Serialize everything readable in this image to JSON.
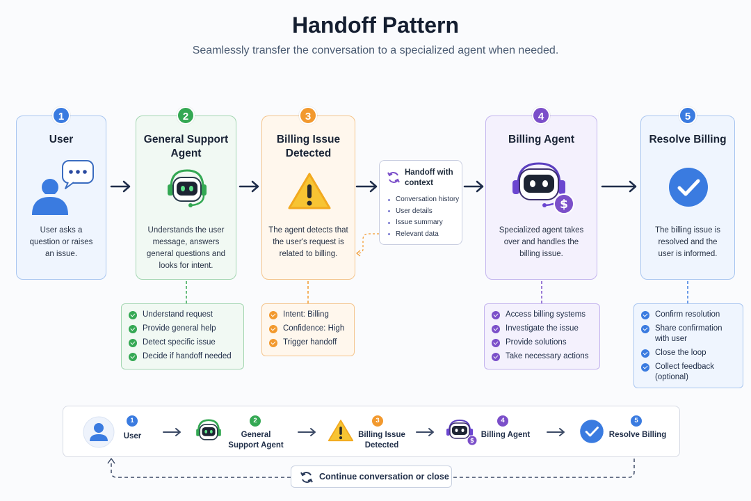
{
  "title": "Handoff Pattern",
  "subtitle": "Seamlessly transfer the conversation to a specialized agent when needed.",
  "colors": {
    "blue": "#3a7be0",
    "green": "#34a853",
    "orange": "#f2992e",
    "purple": "#7b4fc9"
  },
  "steps": [
    {
      "number": "1",
      "title": "User",
      "description": "User asks a question or raises an issue.",
      "icon": "user-icon"
    },
    {
      "number": "2",
      "title": "General Support Agent",
      "description": "Understands the user message, answers general questions and looks for intent.",
      "icon": "robot-headset-icon"
    },
    {
      "number": "3",
      "title": "Billing Issue Detected",
      "description": "The agent detects that the user's request is related to billing.",
      "icon": "warning-icon"
    },
    {
      "number": "4",
      "title": "Billing Agent",
      "description": "Specialized agent takes over and handles the billing issue.",
      "icon": "billing-robot-icon"
    },
    {
      "number": "5",
      "title": "Resolve Billing",
      "description": "The billing issue is resolved and the user is informed.",
      "icon": "check-icon"
    }
  ],
  "handoff": {
    "title": "Handoff with context",
    "items": [
      "Conversation history",
      "User details",
      "Issue summary",
      "Relevant data"
    ]
  },
  "checklists": {
    "general": [
      "Understand request",
      "Provide general help",
      "Detect specific issue",
      "Decide if handoff needed"
    ],
    "billing_detected": [
      "Intent: Billing",
      "Confidence: High",
      "Trigger handoff"
    ],
    "billing_agent": [
      "Access billing systems",
      "Investigate the issue",
      "Provide solutions",
      "Take necessary actions"
    ],
    "resolve": [
      "Confirm resolution",
      "Share confirmation with user",
      "Close the loop",
      "Collect feedback (optional)"
    ]
  },
  "flow": {
    "steps": [
      {
        "number": "1",
        "label": "User"
      },
      {
        "number": "2",
        "label": "General Support Agent"
      },
      {
        "number": "3",
        "label": "Billing Issue Detected"
      },
      {
        "number": "4",
        "label": "Billing Agent"
      },
      {
        "number": "5",
        "label": "Resolve Billing"
      }
    ],
    "continue_label": "Continue conversation or close"
  }
}
